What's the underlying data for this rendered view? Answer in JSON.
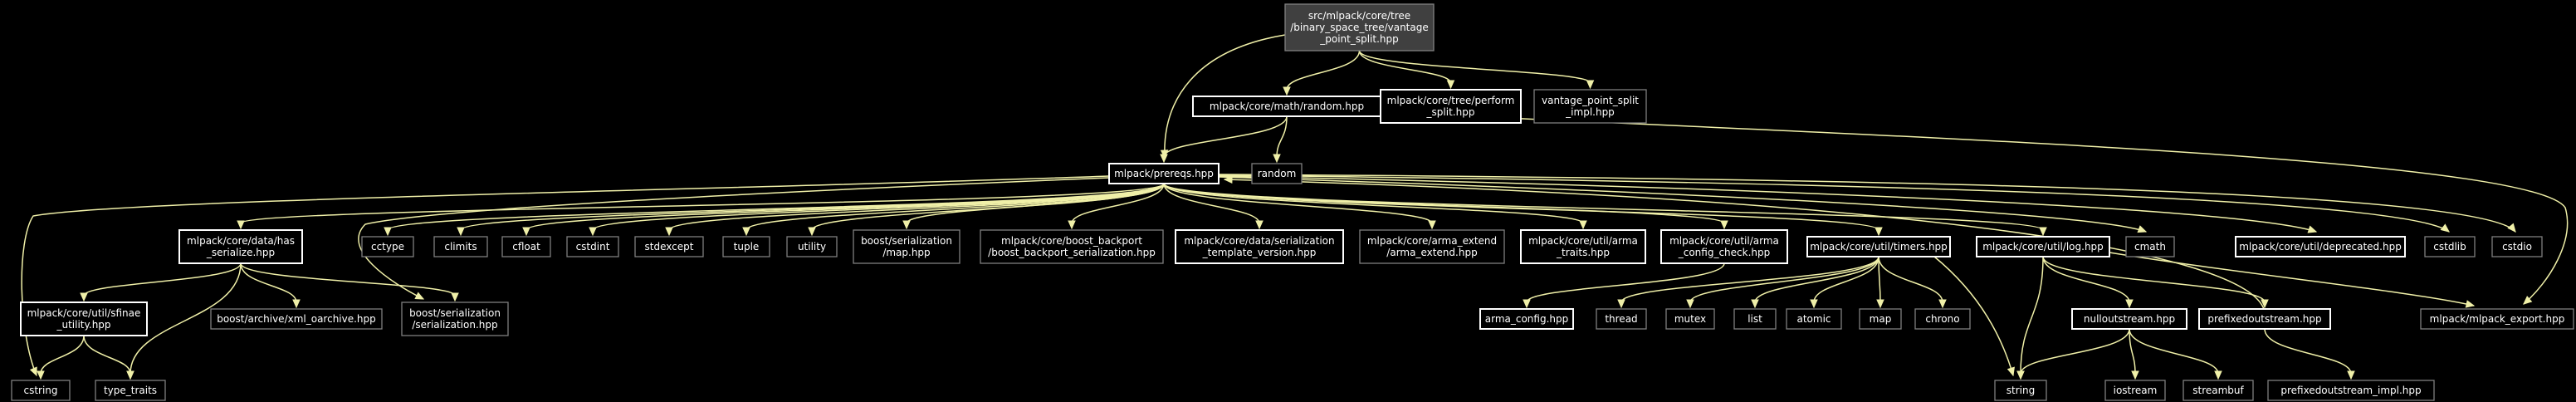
{
  "diagram": {
    "nodes": [
      {
        "id": "root",
        "kind": "root",
        "lines": [
          "src/mlpack/core/tree",
          "/binary_space_tree/vantage",
          "_point_split.hpp"
        ]
      },
      {
        "id": "random_hpp",
        "kind": "internal",
        "lines": [
          "mlpack/core/math/random.hpp"
        ]
      },
      {
        "id": "perform_split",
        "kind": "internal",
        "lines": [
          "mlpack/core/tree/perform",
          "_split.hpp"
        ]
      },
      {
        "id": "vps_impl",
        "kind": "external",
        "lines": [
          "vantage_point_split",
          "_impl.hpp"
        ]
      },
      {
        "id": "prereqs",
        "kind": "internal",
        "lines": [
          "mlpack/prereqs.hpp"
        ]
      },
      {
        "id": "random",
        "kind": "external",
        "lines": [
          "random"
        ]
      },
      {
        "id": "has_serialize",
        "kind": "internal",
        "lines": [
          "mlpack/core/data/has",
          "_serialize.hpp"
        ]
      },
      {
        "id": "cctype",
        "kind": "external",
        "lines": [
          "cctype"
        ]
      },
      {
        "id": "climits",
        "kind": "external",
        "lines": [
          "climits"
        ]
      },
      {
        "id": "cfloat",
        "kind": "external",
        "lines": [
          "cfloat"
        ]
      },
      {
        "id": "cstdint",
        "kind": "external",
        "lines": [
          "cstdint"
        ]
      },
      {
        "id": "stdexcept",
        "kind": "external",
        "lines": [
          "stdexcept"
        ]
      },
      {
        "id": "tuple",
        "kind": "external",
        "lines": [
          "tuple"
        ]
      },
      {
        "id": "utility",
        "kind": "external",
        "lines": [
          "utility"
        ]
      },
      {
        "id": "boost_map",
        "kind": "external",
        "lines": [
          "boost/serialization",
          "/map.hpp"
        ]
      },
      {
        "id": "boost_backport",
        "kind": "external",
        "lines": [
          "mlpack/core/boost_backport",
          "/boost_backport_serialization.hpp"
        ]
      },
      {
        "id": "serialization_tv",
        "kind": "internal",
        "lines": [
          "mlpack/core/data/serialization",
          "_template_version.hpp"
        ]
      },
      {
        "id": "arma_extend",
        "kind": "external",
        "lines": [
          "mlpack/core/arma_extend",
          "/arma_extend.hpp"
        ]
      },
      {
        "id": "arma_traits",
        "kind": "internal",
        "lines": [
          "mlpack/core/util/arma",
          "_traits.hpp"
        ]
      },
      {
        "id": "arma_config_check",
        "kind": "internal",
        "lines": [
          "mlpack/core/util/arma",
          "_config_check.hpp"
        ]
      },
      {
        "id": "timers",
        "kind": "internal",
        "lines": [
          "mlpack/core/util/timers.hpp"
        ]
      },
      {
        "id": "log",
        "kind": "internal",
        "lines": [
          "mlpack/core/util/log.hpp"
        ]
      },
      {
        "id": "cmath",
        "kind": "external",
        "lines": [
          "cmath"
        ]
      },
      {
        "id": "deprecated",
        "kind": "internal",
        "lines": [
          "mlpack/core/util/deprecated.hpp"
        ]
      },
      {
        "id": "cstdlib",
        "kind": "external",
        "lines": [
          "cstdlib"
        ]
      },
      {
        "id": "cstdio",
        "kind": "external",
        "lines": [
          "cstdio"
        ]
      },
      {
        "id": "sfinae",
        "kind": "internal",
        "lines": [
          "mlpack/core/util/sfinae",
          "_utility.hpp"
        ]
      },
      {
        "id": "xml_oarchive",
        "kind": "external",
        "lines": [
          "boost/archive/xml_oarchive.hpp"
        ]
      },
      {
        "id": "boost_serialization",
        "kind": "external",
        "lines": [
          "boost/serialization",
          "/serialization.hpp"
        ]
      },
      {
        "id": "arma_config",
        "kind": "internal",
        "lines": [
          "arma_config.hpp"
        ]
      },
      {
        "id": "thread",
        "kind": "external",
        "lines": [
          "thread"
        ]
      },
      {
        "id": "mutex",
        "kind": "external",
        "lines": [
          "mutex"
        ]
      },
      {
        "id": "list",
        "kind": "external",
        "lines": [
          "list"
        ]
      },
      {
        "id": "atomic",
        "kind": "external",
        "lines": [
          "atomic"
        ]
      },
      {
        "id": "map",
        "kind": "external",
        "lines": [
          "map"
        ]
      },
      {
        "id": "chrono",
        "kind": "external",
        "lines": [
          "chrono"
        ]
      },
      {
        "id": "nulloutstream",
        "kind": "internal",
        "lines": [
          "nulloutstream.hpp"
        ]
      },
      {
        "id": "prefixedoutstream",
        "kind": "internal",
        "lines": [
          "prefixedoutstream.hpp"
        ]
      },
      {
        "id": "mlpack_export",
        "kind": "external",
        "lines": [
          "mlpack/mlpack_export.hpp"
        ]
      },
      {
        "id": "cstring",
        "kind": "external",
        "lines": [
          "cstring"
        ]
      },
      {
        "id": "type_traits",
        "kind": "external",
        "lines": [
          "type_traits"
        ]
      },
      {
        "id": "string",
        "kind": "external",
        "lines": [
          "string"
        ]
      },
      {
        "id": "iostream",
        "kind": "external",
        "lines": [
          "iostream"
        ]
      },
      {
        "id": "streambuf",
        "kind": "external",
        "lines": [
          "streambuf"
        ]
      },
      {
        "id": "prefixedoutstream_impl",
        "kind": "external",
        "lines": [
          "prefixedoutstream_impl.hpp"
        ]
      }
    ],
    "edges": [
      [
        "root",
        "prereqs"
      ],
      [
        "root",
        "random_hpp"
      ],
      [
        "root",
        "perform_split"
      ],
      [
        "root",
        "vps_impl"
      ],
      [
        "random_hpp",
        "prereqs"
      ],
      [
        "random_hpp",
        "random"
      ],
      [
        "random_hpp",
        "mlpack_export"
      ],
      [
        "prereqs",
        "has_serialize"
      ],
      [
        "prereqs",
        "cctype"
      ],
      [
        "prereqs",
        "climits"
      ],
      [
        "prereqs",
        "cfloat"
      ],
      [
        "prereqs",
        "cstdint"
      ],
      [
        "prereqs",
        "stdexcept"
      ],
      [
        "prereqs",
        "tuple"
      ],
      [
        "prereqs",
        "utility"
      ],
      [
        "prereqs",
        "boost_map"
      ],
      [
        "prereqs",
        "boost_backport"
      ],
      [
        "prereqs",
        "serialization_tv"
      ],
      [
        "prereqs",
        "arma_extend"
      ],
      [
        "prereqs",
        "arma_traits"
      ],
      [
        "prereqs",
        "arma_config_check"
      ],
      [
        "prereqs",
        "timers"
      ],
      [
        "prereqs",
        "log"
      ],
      [
        "prereqs",
        "cmath"
      ],
      [
        "prereqs",
        "deprecated"
      ],
      [
        "prereqs",
        "cstdlib"
      ],
      [
        "prereqs",
        "cstdio"
      ],
      [
        "prereqs",
        "cstring"
      ],
      [
        "prereqs",
        "boost_serialization"
      ],
      [
        "has_serialize",
        "sfinae"
      ],
      [
        "has_serialize",
        "xml_oarchive"
      ],
      [
        "has_serialize",
        "boost_serialization"
      ],
      [
        "has_serialize",
        "type_traits"
      ],
      [
        "sfinae",
        "cstring"
      ],
      [
        "sfinae",
        "type_traits"
      ],
      [
        "arma_config_check",
        "arma_config"
      ],
      [
        "timers",
        "thread"
      ],
      [
        "timers",
        "mutex"
      ],
      [
        "timers",
        "list"
      ],
      [
        "timers",
        "atomic"
      ],
      [
        "timers",
        "map"
      ],
      [
        "timers",
        "chrono"
      ],
      [
        "timers",
        "string"
      ],
      [
        "log",
        "string"
      ],
      [
        "log",
        "nulloutstream"
      ],
      [
        "log",
        "prefixedoutstream"
      ],
      [
        "log",
        "mlpack_export"
      ],
      [
        "nulloutstream",
        "string"
      ],
      [
        "nulloutstream",
        "iostream"
      ],
      [
        "nulloutstream",
        "streambuf"
      ],
      [
        "prefixedoutstream",
        "prefixedoutstream_impl"
      ],
      [
        "prefixedoutstream",
        "prereqs"
      ]
    ]
  }
}
